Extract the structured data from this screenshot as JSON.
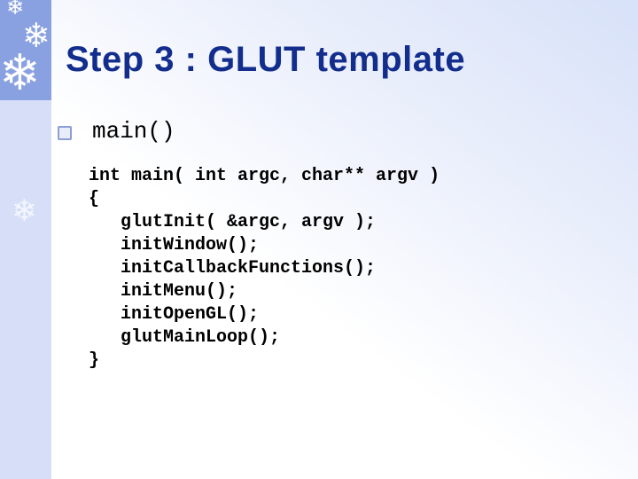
{
  "slide": {
    "title": "Step 3 : GLUT template",
    "bullet": {
      "label": "main()"
    },
    "code_lines": [
      "int main( int argc, char** argv )",
      "{",
      "   glutInit( &argc, argv );",
      "   initWindow();",
      "   initCallbackFunctions();",
      "   initMenu();",
      "   initOpenGL();",
      "   glutMainLoop();",
      "}"
    ],
    "decor": {
      "snowflake_char": "❄"
    },
    "colors": {
      "title_text": "#132d8d",
      "snowflake_band": "#89a1e1",
      "sidebar_panel": "#d6dff7",
      "background_top": "#d7e1f8",
      "code_text": "#000000",
      "bullet_border": "#8b9fd4",
      "bullet_fill": "#e7edf9"
    }
  }
}
